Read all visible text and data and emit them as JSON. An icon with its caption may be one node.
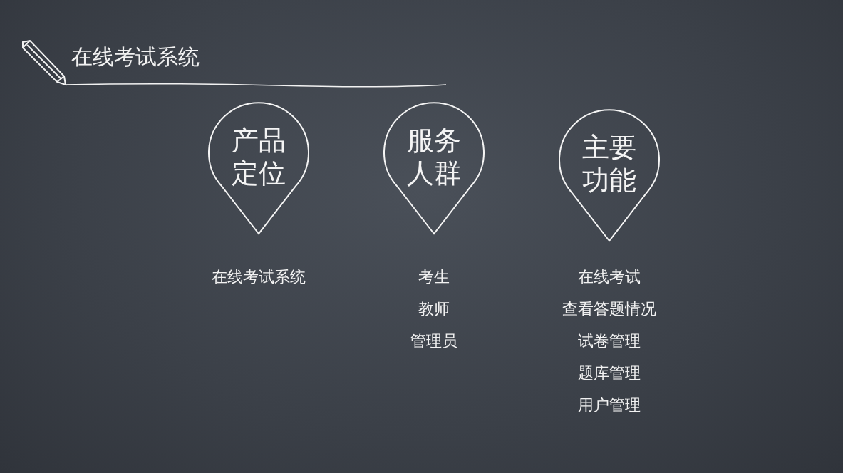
{
  "diagram": {
    "title": "在线考试系统",
    "nodes": [
      {
        "text": [
          "产品定位"
        ],
        "beside": [
          "在线考试系统"
        ]
      },
      {
        "text": [
          "服务人群"
        ],
        "beside": [
          "考生",
          "教师",
          "管理员"
        ]
      },
      {
        "text": [
          "主要功能"
        ],
        "beside": [
          "在线考试",
          "查看答题情况",
          "试卷管理",
          "题库管理",
          "用户管理"
        ]
      }
    ],
    "edges": []
  }
}
